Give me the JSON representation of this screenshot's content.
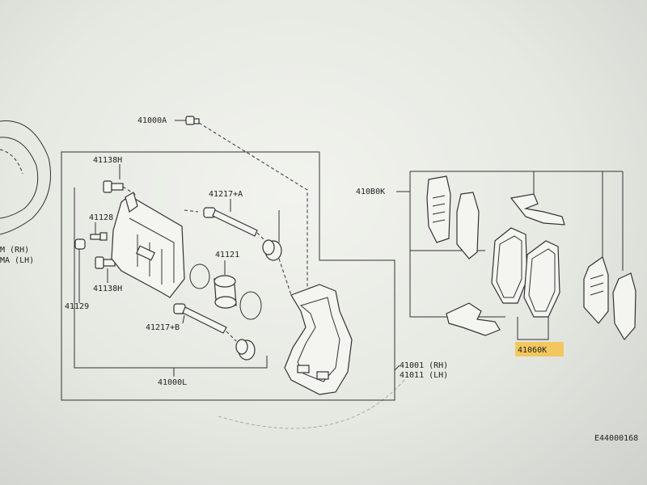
{
  "labels": {
    "p41000a": "41000A",
    "p41138h_top": "41138H",
    "p41217a": "41217+A",
    "p41128": "41128",
    "p41121": "41121",
    "p41138h_bot": "41138H",
    "p41129": "41129",
    "p41217b": "41217+B",
    "p41000l": "41000L",
    "p41001": "41001 (RH)",
    "p41011": "41011 (LH)",
    "p410b0k": "410B0K",
    "p41060k": "41060K",
    "left_rh": "M (RH)",
    "left_lh": "MA (LH)",
    "figure_code": "E44000168"
  },
  "colors": {
    "highlight": "#f5c247",
    "ink": "#333333"
  }
}
